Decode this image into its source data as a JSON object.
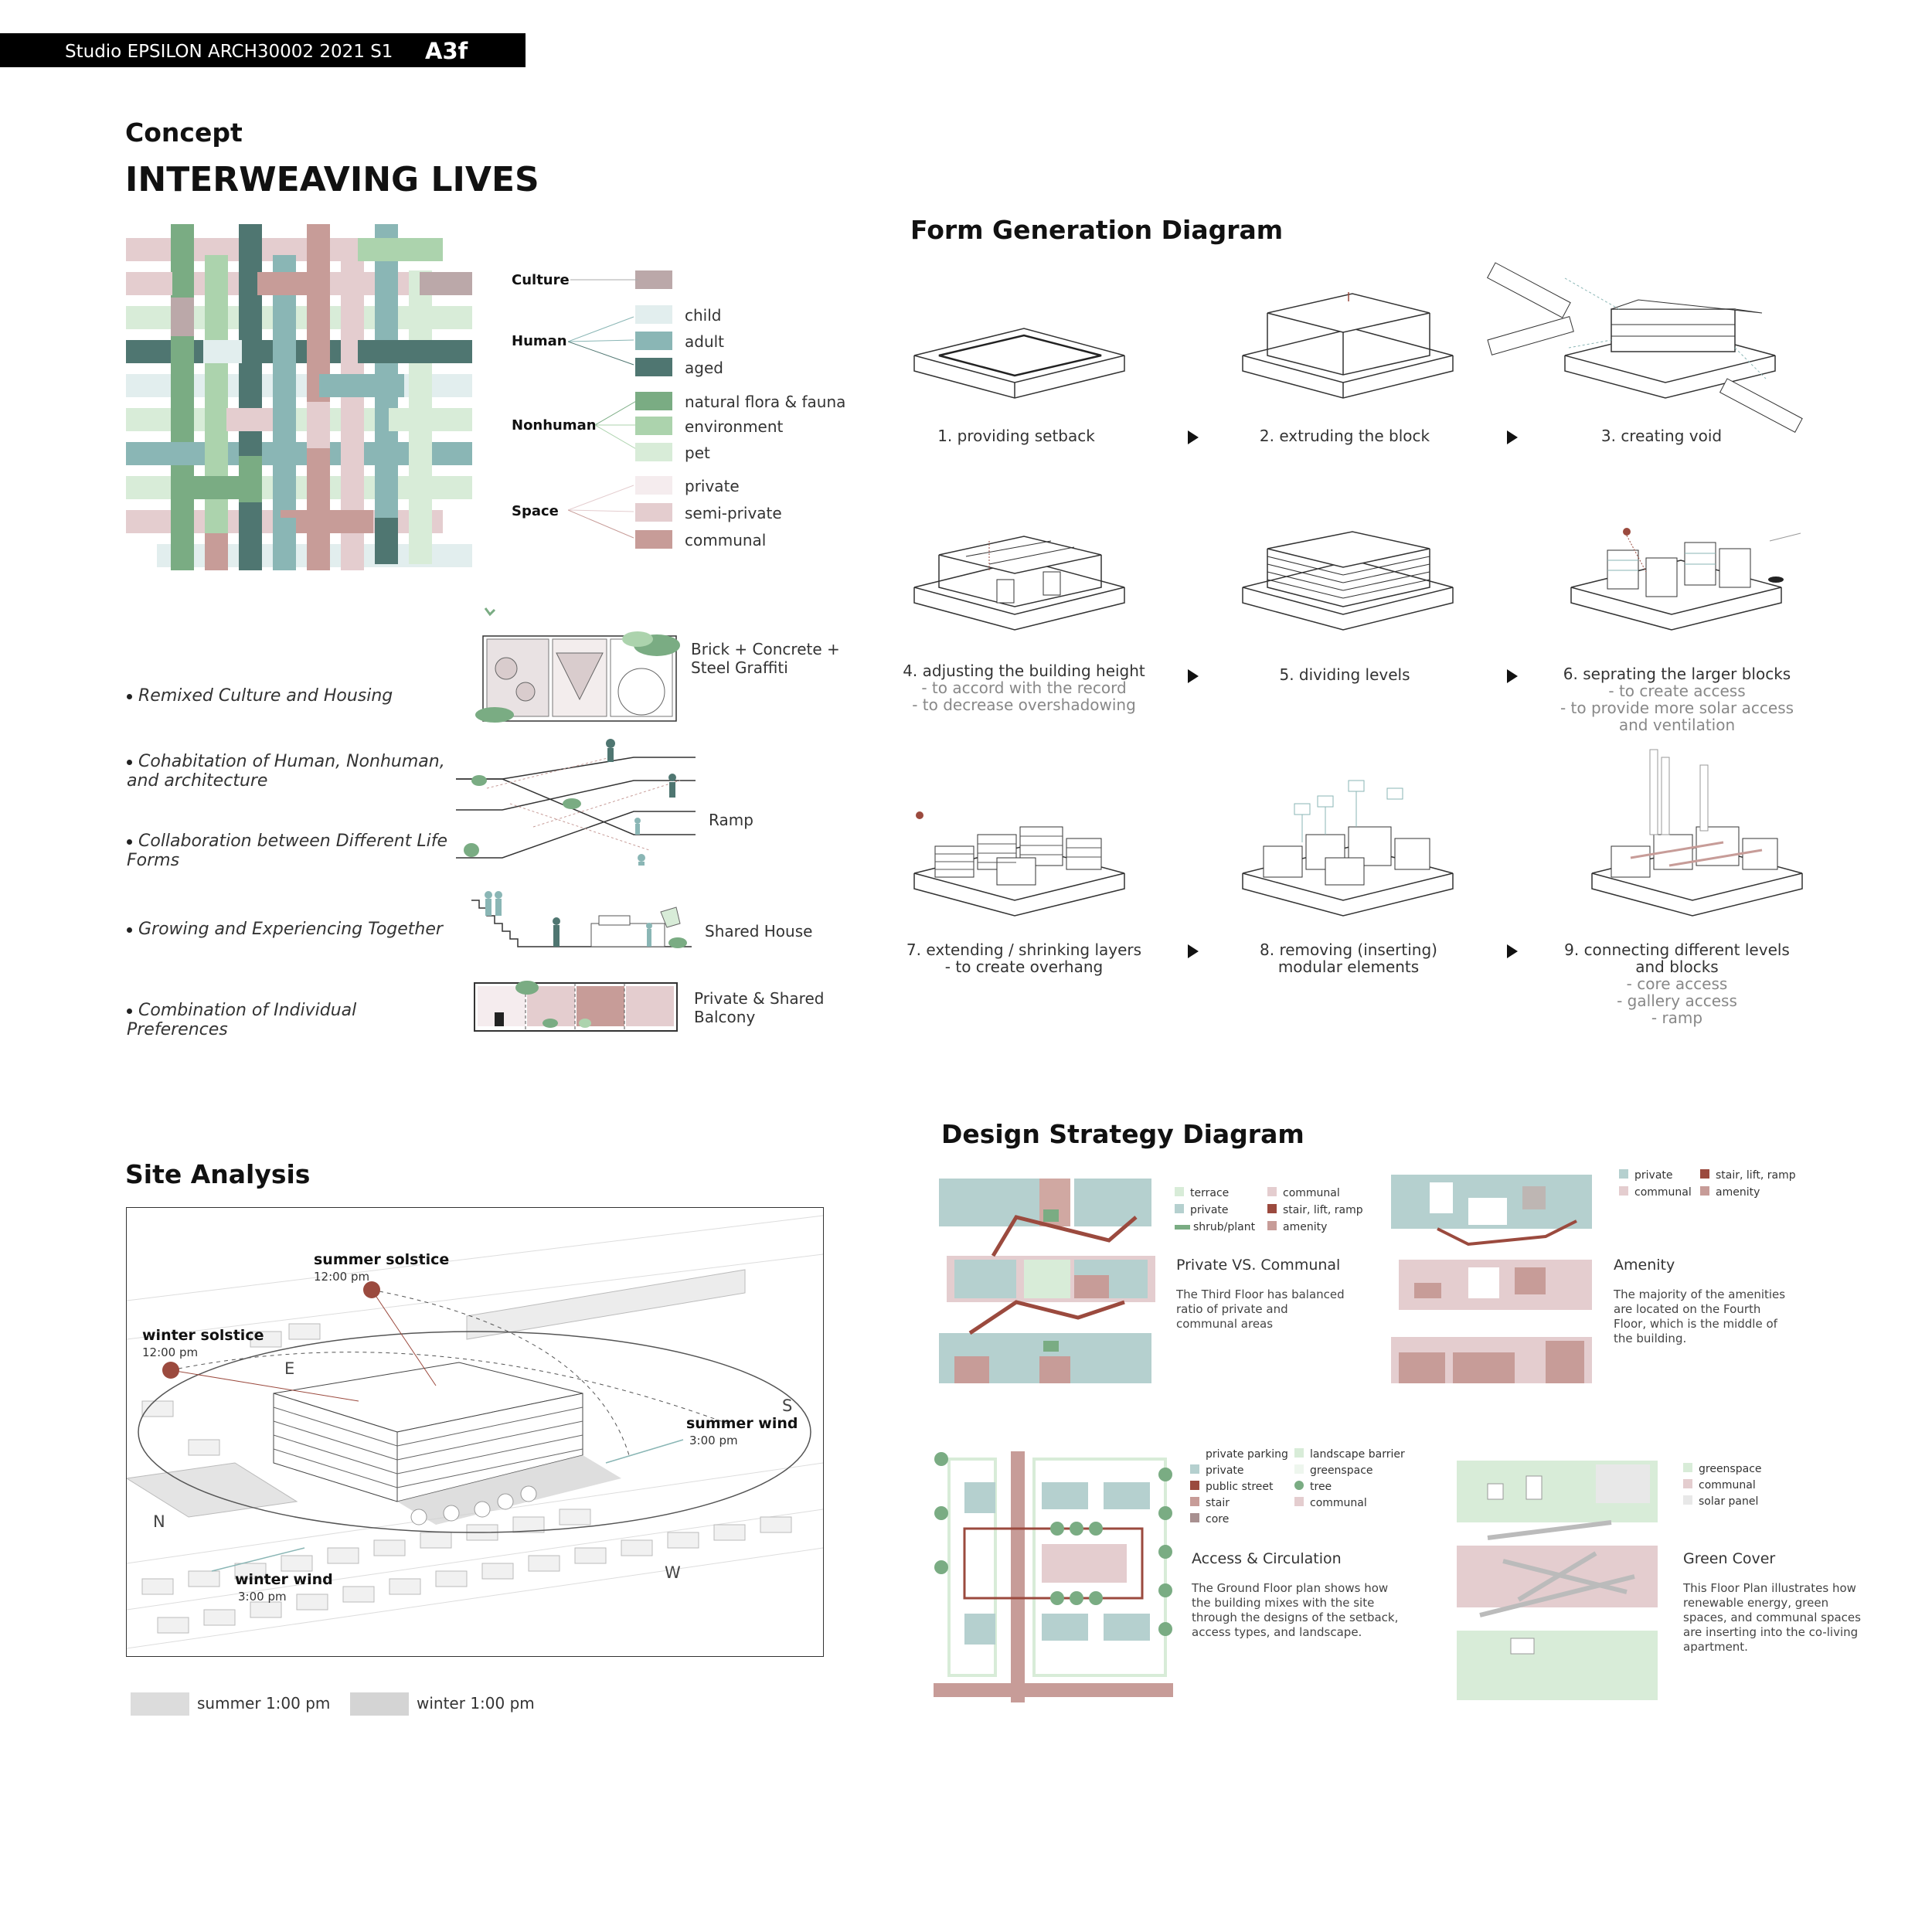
{
  "header": {
    "studio": "Studio EPSILON ARCH30002 2021 S1",
    "sheet": "A3f"
  },
  "concept": {
    "heading": "Concept",
    "title": "INTERWEAVING LIVES",
    "legend": {
      "culture": "Culture",
      "human": "Human",
      "human_items": [
        "child",
        "adult",
        "aged"
      ],
      "nonhuman": "Nonhuman",
      "nonhuman_items": [
        "natural flora & fauna",
        "environment",
        "pet"
      ],
      "space": "Space",
      "space_items": [
        "private",
        "semi-private",
        "communal"
      ]
    },
    "colors": {
      "culture": "#bba8a9",
      "child": "#e2eeee",
      "adult": "#8ab6b5",
      "aged": "#4f7671",
      "flora": "#7aac83",
      "environment": "#acd3ad",
      "pet": "#d8ecd8",
      "private": "#f5ecee",
      "semi_private": "#e4cdcf",
      "communal": "#c79c98",
      "accent_red": "#9b4a3e"
    },
    "bullets": [
      "Remixed Culture and Housing",
      "Cohabitation of Human, Nonhuman, and architecture",
      "Collaboration between Different Life Forms",
      "Growing and Experiencing Together",
      "Combination of Individual Preferences"
    ],
    "diagram_labels": {
      "material": "Brick + Concrete + Steel Graffiti",
      "ramp": "Ramp",
      "shared_house": "Shared House",
      "balcony": "Private & Shared Balcony"
    }
  },
  "form": {
    "title": "Form Generation Diagram",
    "steps": [
      {
        "label": "1. providing setback",
        "notes": []
      },
      {
        "label": "2. extruding the block",
        "notes": []
      },
      {
        "label": "3. creating void",
        "notes": []
      },
      {
        "label": "4. adjusting the building height",
        "notes": [
          "- to accord with the record",
          "- to decrease overshadowing"
        ]
      },
      {
        "label": "5. dividing levels",
        "notes": []
      },
      {
        "label": "6. seprating the larger blocks",
        "notes": [
          "- to create access",
          "- to provide more solar access",
          "and ventilation"
        ]
      },
      {
        "label": "7. extending / shrinking layers",
        "notes": [
          "- to create overhang"
        ]
      },
      {
        "label": "8. removing (inserting) modular elements",
        "notes": []
      },
      {
        "label": "9. connecting different levels and blocks",
        "notes": [
          "- core access",
          "- gallery access",
          "- ramp"
        ]
      }
    ]
  },
  "site": {
    "title": "Site Analysis",
    "summer_solstice": "summer solstice",
    "summer_time": "12:00 pm",
    "winter_solstice": "winter solstice",
    "winter_time": "12:00 pm",
    "summer_wind": "summer wind",
    "summer_wind_time": "3:00 pm",
    "winter_wind": "winter wind",
    "winter_wind_time": "3:00 pm",
    "compass": {
      "e": "E",
      "s": "S",
      "n": "N",
      "w": "W"
    },
    "legend": [
      "summer 1:00 pm",
      "winter 1:00 pm"
    ]
  },
  "strategy": {
    "title": "Design Strategy Diagram",
    "panels": [
      {
        "legend": [
          "terrace",
          "communal",
          "private",
          "stair, lift, ramp",
          "shrub/plant",
          "amenity"
        ],
        "heading": "Private VS. Communal",
        "body": "The Third Floor has balanced ratio of private and communal areas"
      },
      {
        "legend": [
          "private",
          "stair, lift, ramp",
          "communal",
          "amenity"
        ],
        "heading": "Amenity",
        "body": "The majority of the amenities are located on the Fourth Floor, which is the middle of the building."
      },
      {
        "legend": [
          "private parking",
          "landscape barrier",
          "private",
          "greenspace",
          "public street",
          "tree",
          "stair",
          "communal",
          "core"
        ],
        "heading": "Access & Circulation",
        "body": "The Ground Floor plan shows how the building mixes with the site through the designs of the setback, access types, and landscape."
      },
      {
        "legend": [
          "greenspace",
          "communal",
          "solar panel"
        ],
        "heading": "Green Cover",
        "body": "This Floor Plan illustrates how renewable energy, green spaces, and communal spaces are inserting into the co-living apartment."
      }
    ]
  }
}
